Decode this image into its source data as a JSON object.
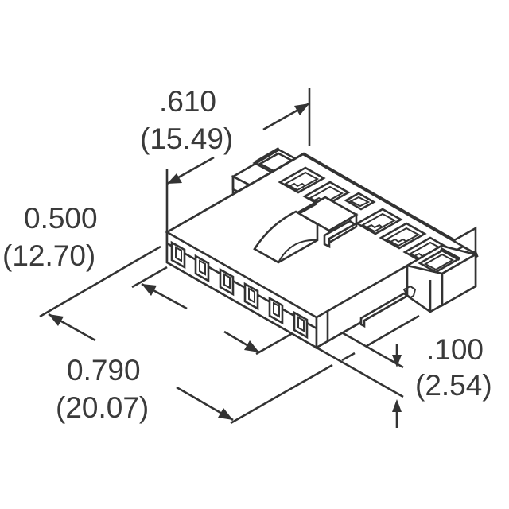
{
  "drawing": {
    "subject": "6-position connector housing, isometric view",
    "line_color": "#333333",
    "text_color": "#3a3a3a",
    "background": "#ffffff",
    "positions": 6
  },
  "dimensions": {
    "width_top": {
      "inch": ".610",
      "mm": "(15.49)"
    },
    "depth": {
      "inch": "0.500",
      "mm": "(12.70)"
    },
    "length": {
      "inch": "0.790",
      "mm": "(20.07)"
    },
    "pitch": {
      "inch": ".100",
      "mm": "(2.54)"
    }
  }
}
